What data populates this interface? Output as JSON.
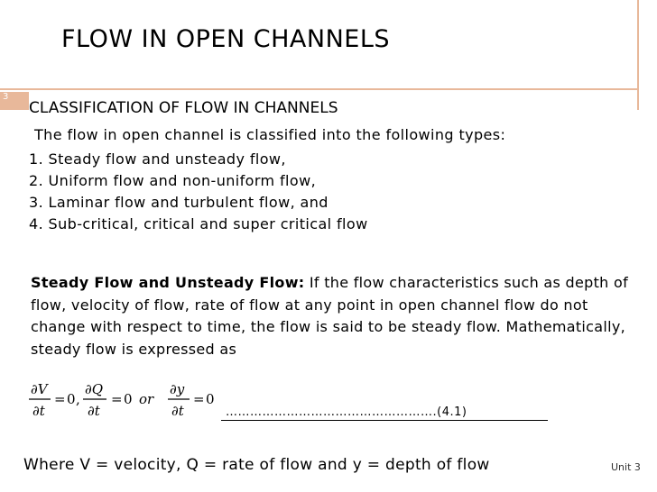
{
  "slide": {
    "title": "FLOW IN OPEN CHANNELS",
    "number": "3",
    "subtitle": "CLASSIFICATION OF FLOW IN CHANNELS",
    "intro": " The flow in open channel is classified into the following types:",
    "list": [
      "1. Steady flow and unsteady flow,",
      "2. Uniform flow and non-uniform flow,",
      "3. Laminar flow and turbulent flow, and",
      "4. Sub-critical, critical and super critical flow"
    ],
    "definition": {
      "term": "Steady Flow and Unsteady Flow:",
      "text": " If the flow characteristics such as depth of flow, velocity of flow, rate of flow at any point in open channel flow do not change with respect to time, the flow is said to be steady flow. Mathematically, steady flow is expressed as"
    },
    "equation": {
      "numerators": [
        "∂V",
        "∂Q",
        "∂y"
      ],
      "denominator": "∂t",
      "rhs": "0",
      "connector": "or",
      "reference": "…………………………………………….(4.1)"
    },
    "footer": "Where V = velocity, Q = rate of flow and y = depth of flow",
    "unit_label": "Unit 3"
  },
  "colors": {
    "accent": "#e8b89a",
    "text": "#000000"
  }
}
